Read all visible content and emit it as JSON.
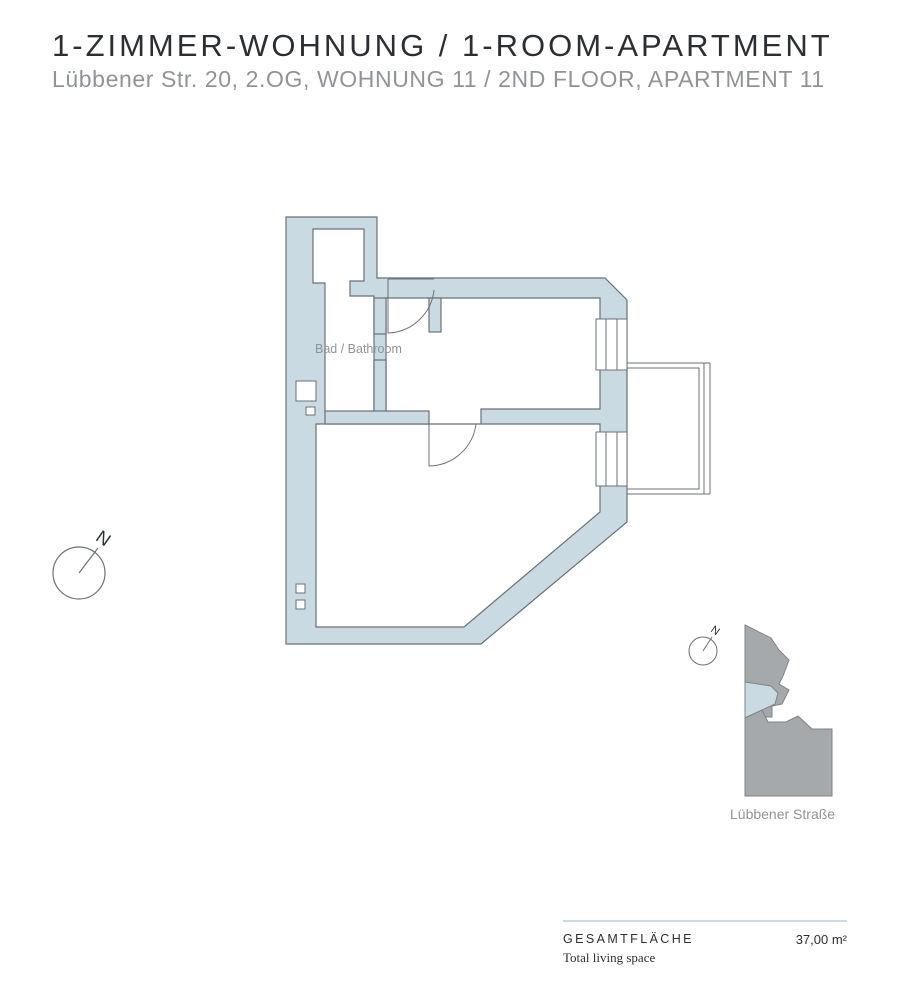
{
  "header": {
    "title": "1-ZIMMER-WOHNUNG / 1-ROOM-APARTMENT",
    "subtitle": "Lübbener Str. 20, 2.OG, WOHNUNG 11 / 2ND FLOOR, APARTMENT 11"
  },
  "floorplan": {
    "room_label": "Bad / Bathroom",
    "north_label": "N",
    "wall_color": "#c9dae2",
    "line_color": "#6b7177"
  },
  "site_plan": {
    "north_label": "N",
    "street_label": "Lübbener Straße",
    "building_color": "#a6a9ac",
    "highlight_color": "#c9dae2"
  },
  "area": {
    "label": "GESAMTFLÄCHE",
    "sublabel": "Total living space",
    "value": "37,00 m²"
  }
}
